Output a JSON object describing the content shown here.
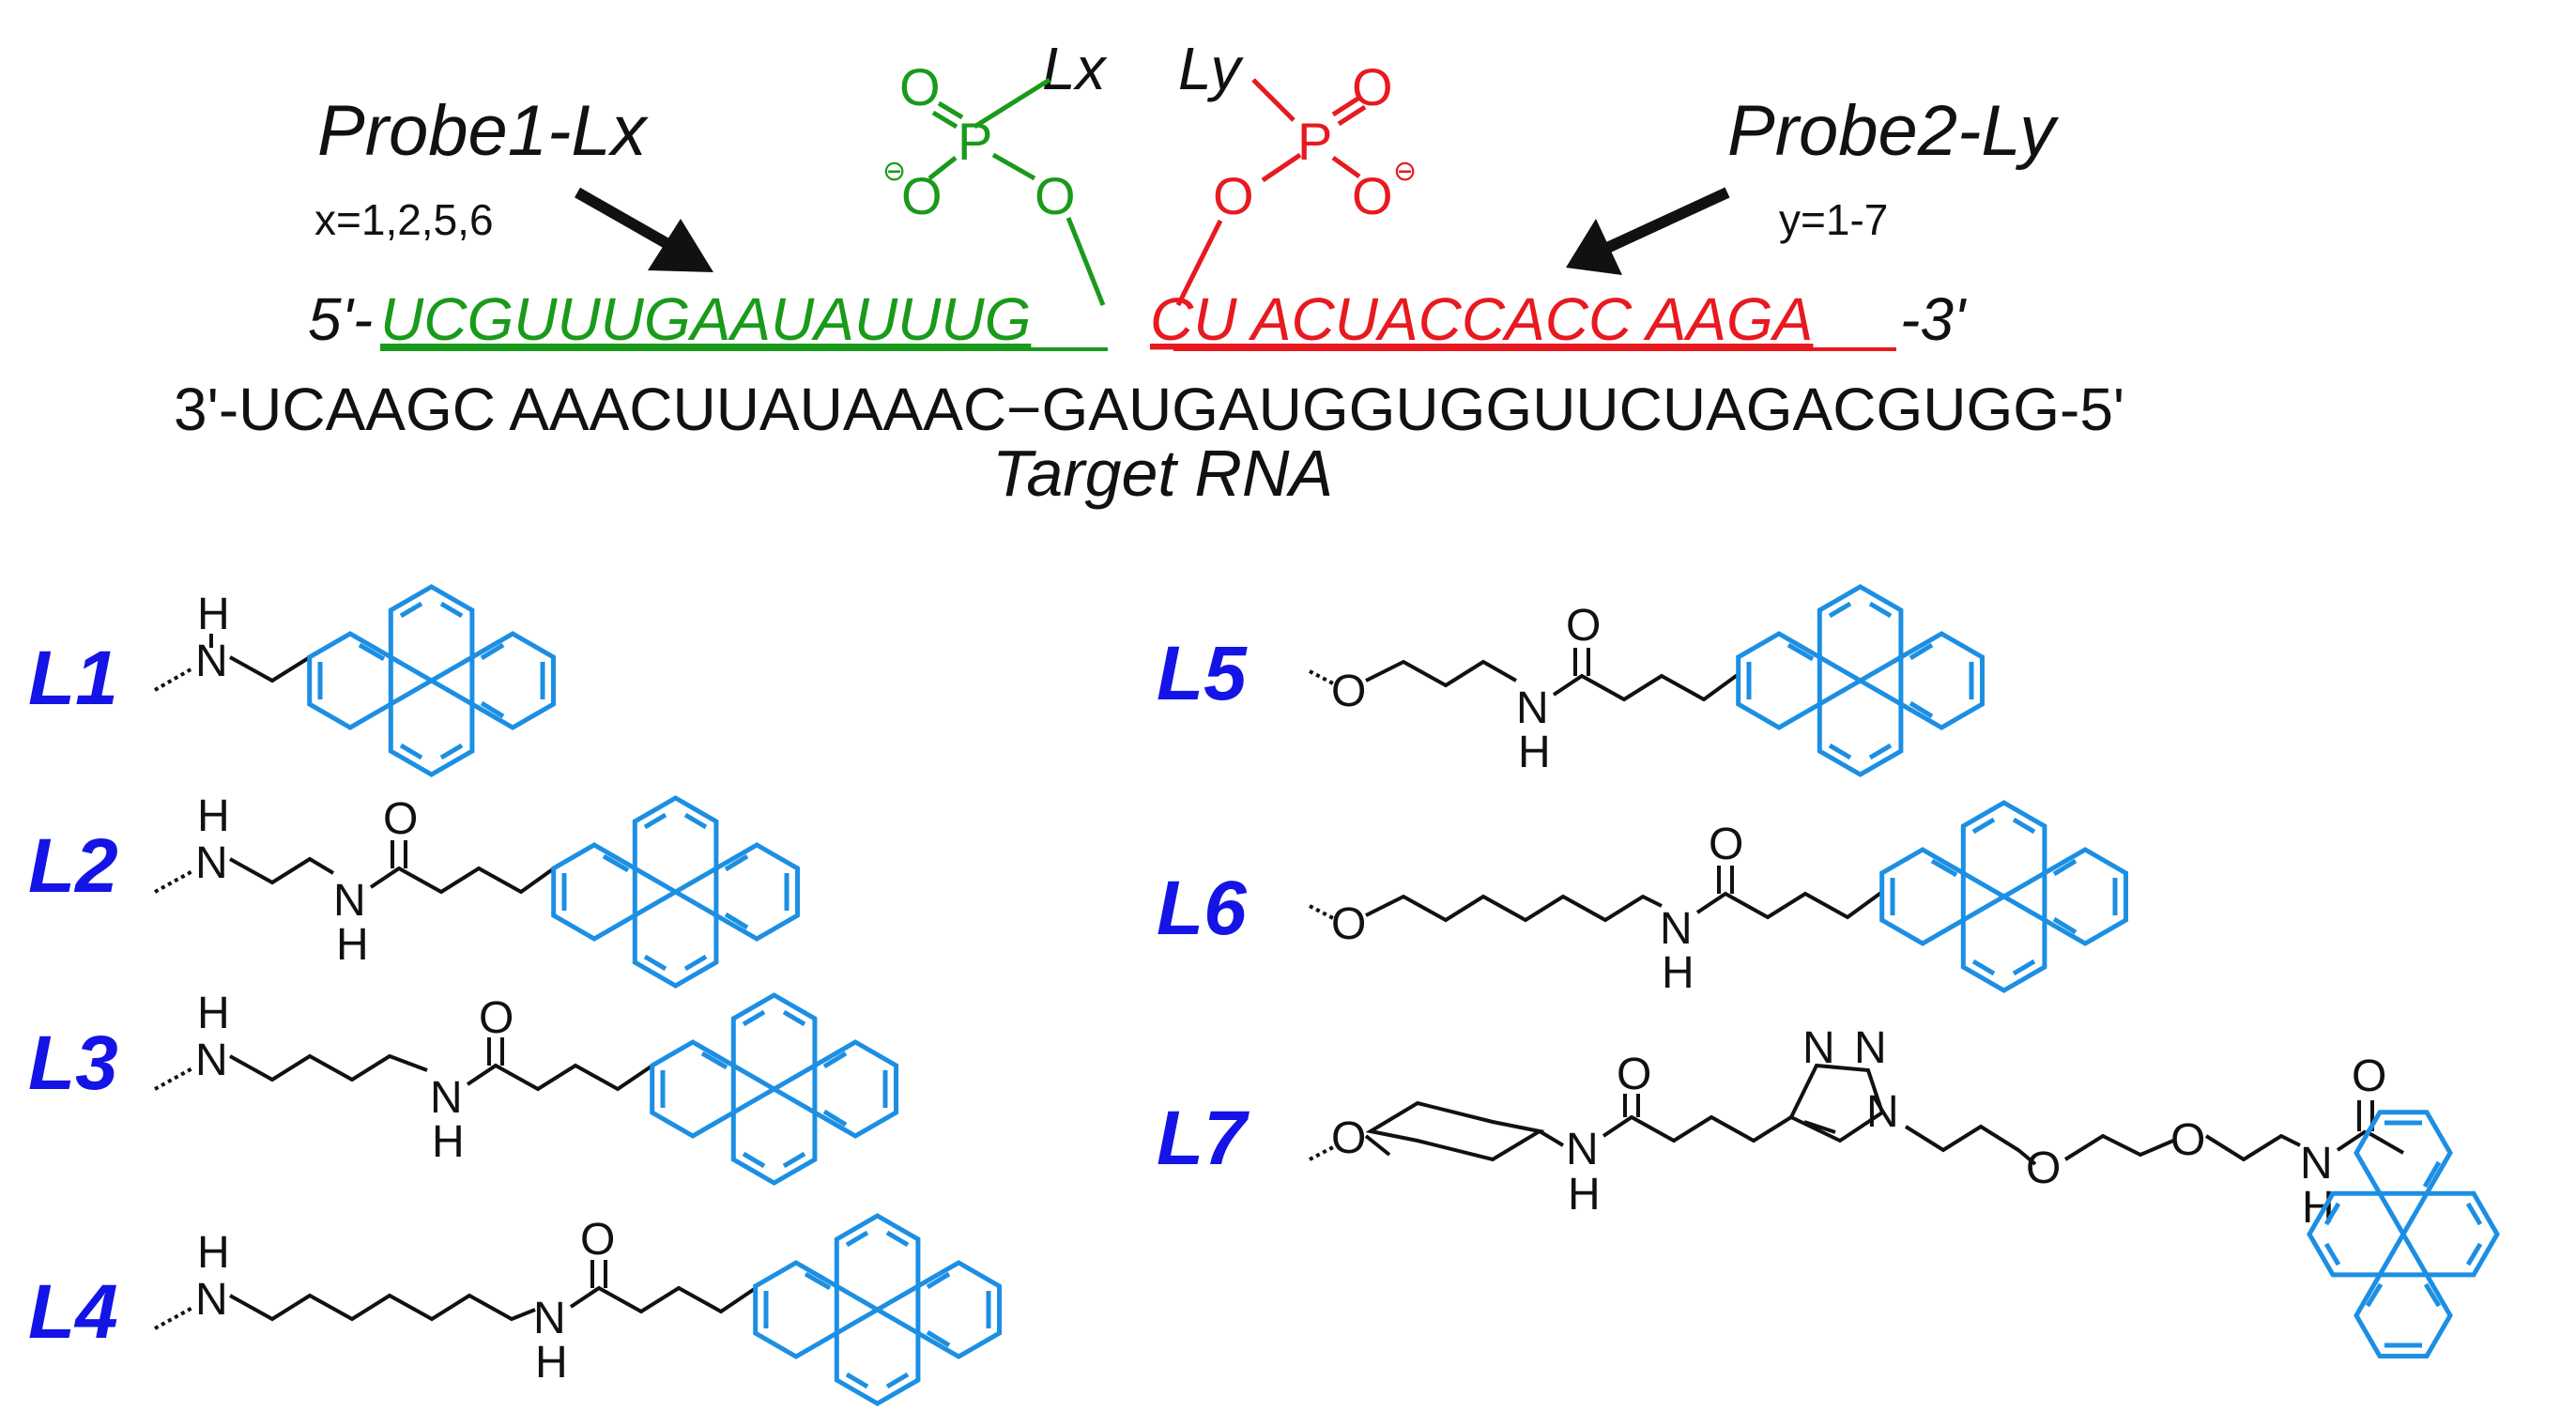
{
  "colors": {
    "green": "#1a9a1a",
    "red": "#e8191f",
    "blue_label": "#1414e6",
    "pyrene": "#1c8fe3",
    "black": "#111111"
  },
  "header": {
    "lx": "Lx",
    "ly": "Ly",
    "probe1_title": "Probe1-Lx",
    "probe1_range": "x=1,2,5,6",
    "probe2_title": "Probe2-Ly",
    "probe2_range": "y=1-7"
  },
  "phosphate_left": {
    "o_top": "O",
    "p": "P",
    "o_left": "O",
    "o_right": "O",
    "charge": "⊖"
  },
  "phosphate_right": {
    "o_top": "O",
    "p": "P",
    "o_left": "O",
    "o_right": "O",
    "charge": "⊖"
  },
  "sequences": {
    "probe1_prefix": "5'-",
    "probe1_seq": "UCGUUUGAAUAUUUG",
    "probe2_seq": "CU ACUACCACC AAGA",
    "probe2_suffix": "-3'",
    "target": "3'-UCAAGC AAACUUAUAAAC−GAUGAUGGUGGUUCUAGACGUGG-5'",
    "target_caption": "Target RNA"
  },
  "linkers": [
    {
      "label": "L1",
      "atoms": [
        {
          "text": "H"
        },
        {
          "text": "N"
        }
      ]
    },
    {
      "label": "L2",
      "atoms": [
        {
          "text": "H"
        },
        {
          "text": "N"
        },
        {
          "text": "N"
        },
        {
          "text": "H"
        },
        {
          "text": "O"
        }
      ]
    },
    {
      "label": "L3",
      "atoms": [
        {
          "text": "H"
        },
        {
          "text": "N"
        },
        {
          "text": "N"
        },
        {
          "text": "H"
        },
        {
          "text": "O"
        }
      ]
    },
    {
      "label": "L4",
      "atoms": [
        {
          "text": "H"
        },
        {
          "text": "N"
        },
        {
          "text": "N"
        },
        {
          "text": "H"
        },
        {
          "text": "O"
        }
      ]
    },
    {
      "label": "L5",
      "atoms": [
        {
          "text": "O"
        },
        {
          "text": "N"
        },
        {
          "text": "H"
        },
        {
          "text": "O"
        }
      ]
    },
    {
      "label": "L6",
      "atoms": [
        {
          "text": "O"
        },
        {
          "text": "N"
        },
        {
          "text": "H"
        },
        {
          "text": "O"
        }
      ]
    },
    {
      "label": "L7",
      "atoms": [
        {
          "text": "O"
        },
        {
          "text": "N"
        },
        {
          "text": "H"
        },
        {
          "text": "O"
        },
        {
          "text": "N"
        },
        {
          "text": "N"
        },
        {
          "text": "N"
        },
        {
          "text": "O"
        },
        {
          "text": "O"
        },
        {
          "text": "N"
        },
        {
          "text": "H"
        },
        {
          "text": "O"
        }
      ]
    }
  ]
}
